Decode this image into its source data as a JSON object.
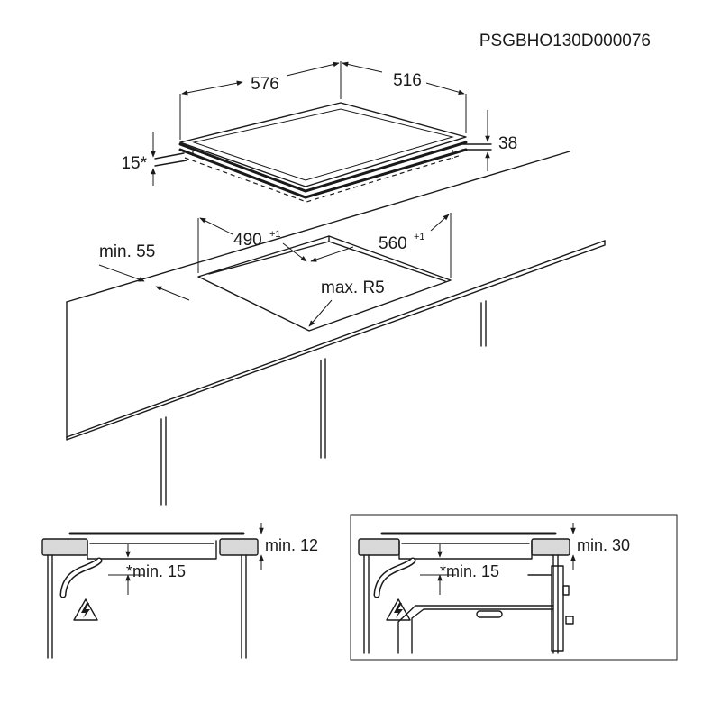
{
  "code": "PSGBHO130D000076",
  "dims": {
    "hob_width": "576",
    "hob_depth": "516",
    "hob_height": "38",
    "hob_thickness": "15*",
    "cutout_width": "490",
    "cutout_width_tol": "+1",
    "cutout_depth": "560",
    "cutout_depth_tol": "+1",
    "min_edge": "min. 55",
    "corner_radius": "max. R5"
  },
  "install_left": {
    "min_top": "min. 12",
    "min_under": "*min. 15"
  },
  "install_right": {
    "min_top": "min. 30",
    "min_under": "*min. 15"
  }
}
